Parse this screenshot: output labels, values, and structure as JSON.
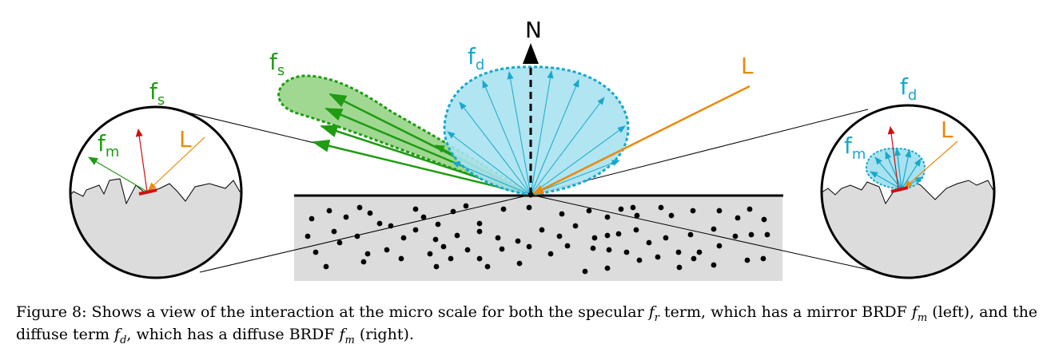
{
  "figure": {
    "labels": {
      "normal": "N",
      "light": "L",
      "specular_main": "f",
      "specular_main_sub": "s",
      "diffuse_main": "f",
      "diffuse_main_sub": "d",
      "left_inset_specular": "f",
      "left_inset_specular_sub": "s",
      "left_inset_micro": "f",
      "left_inset_micro_sub": "m",
      "left_inset_light": "L",
      "right_inset_diffuse": "f",
      "right_inset_diffuse_sub": "d",
      "right_inset_micro": "f",
      "right_inset_micro_sub": "m",
      "right_inset_light": "L"
    },
    "colors": {
      "specular": "#1f9c12",
      "specular_fill": "#8fd17f",
      "diffuse": "#17a8cc",
      "diffuse_fill": "#a8e2f0",
      "light": "#e88a0c",
      "micro_normal": "#d01010",
      "surface_fill": "#dcdcdc"
    }
  },
  "caption": {
    "t1": "Figure 8: Shows a view of the interaction at the micro scale for both the specular ",
    "v1": "f",
    "v1_sub": "r",
    "t2": " term, which has a mirror BRDF ",
    "v2": "f",
    "v2_sub": "m",
    "t3": " (left), and the diffuse term ",
    "v3": "f",
    "v3_sub": "d",
    "t4": ", which has a diffuse BRDF ",
    "v4": "f",
    "v4_sub": "m",
    "t5": " (right)."
  }
}
